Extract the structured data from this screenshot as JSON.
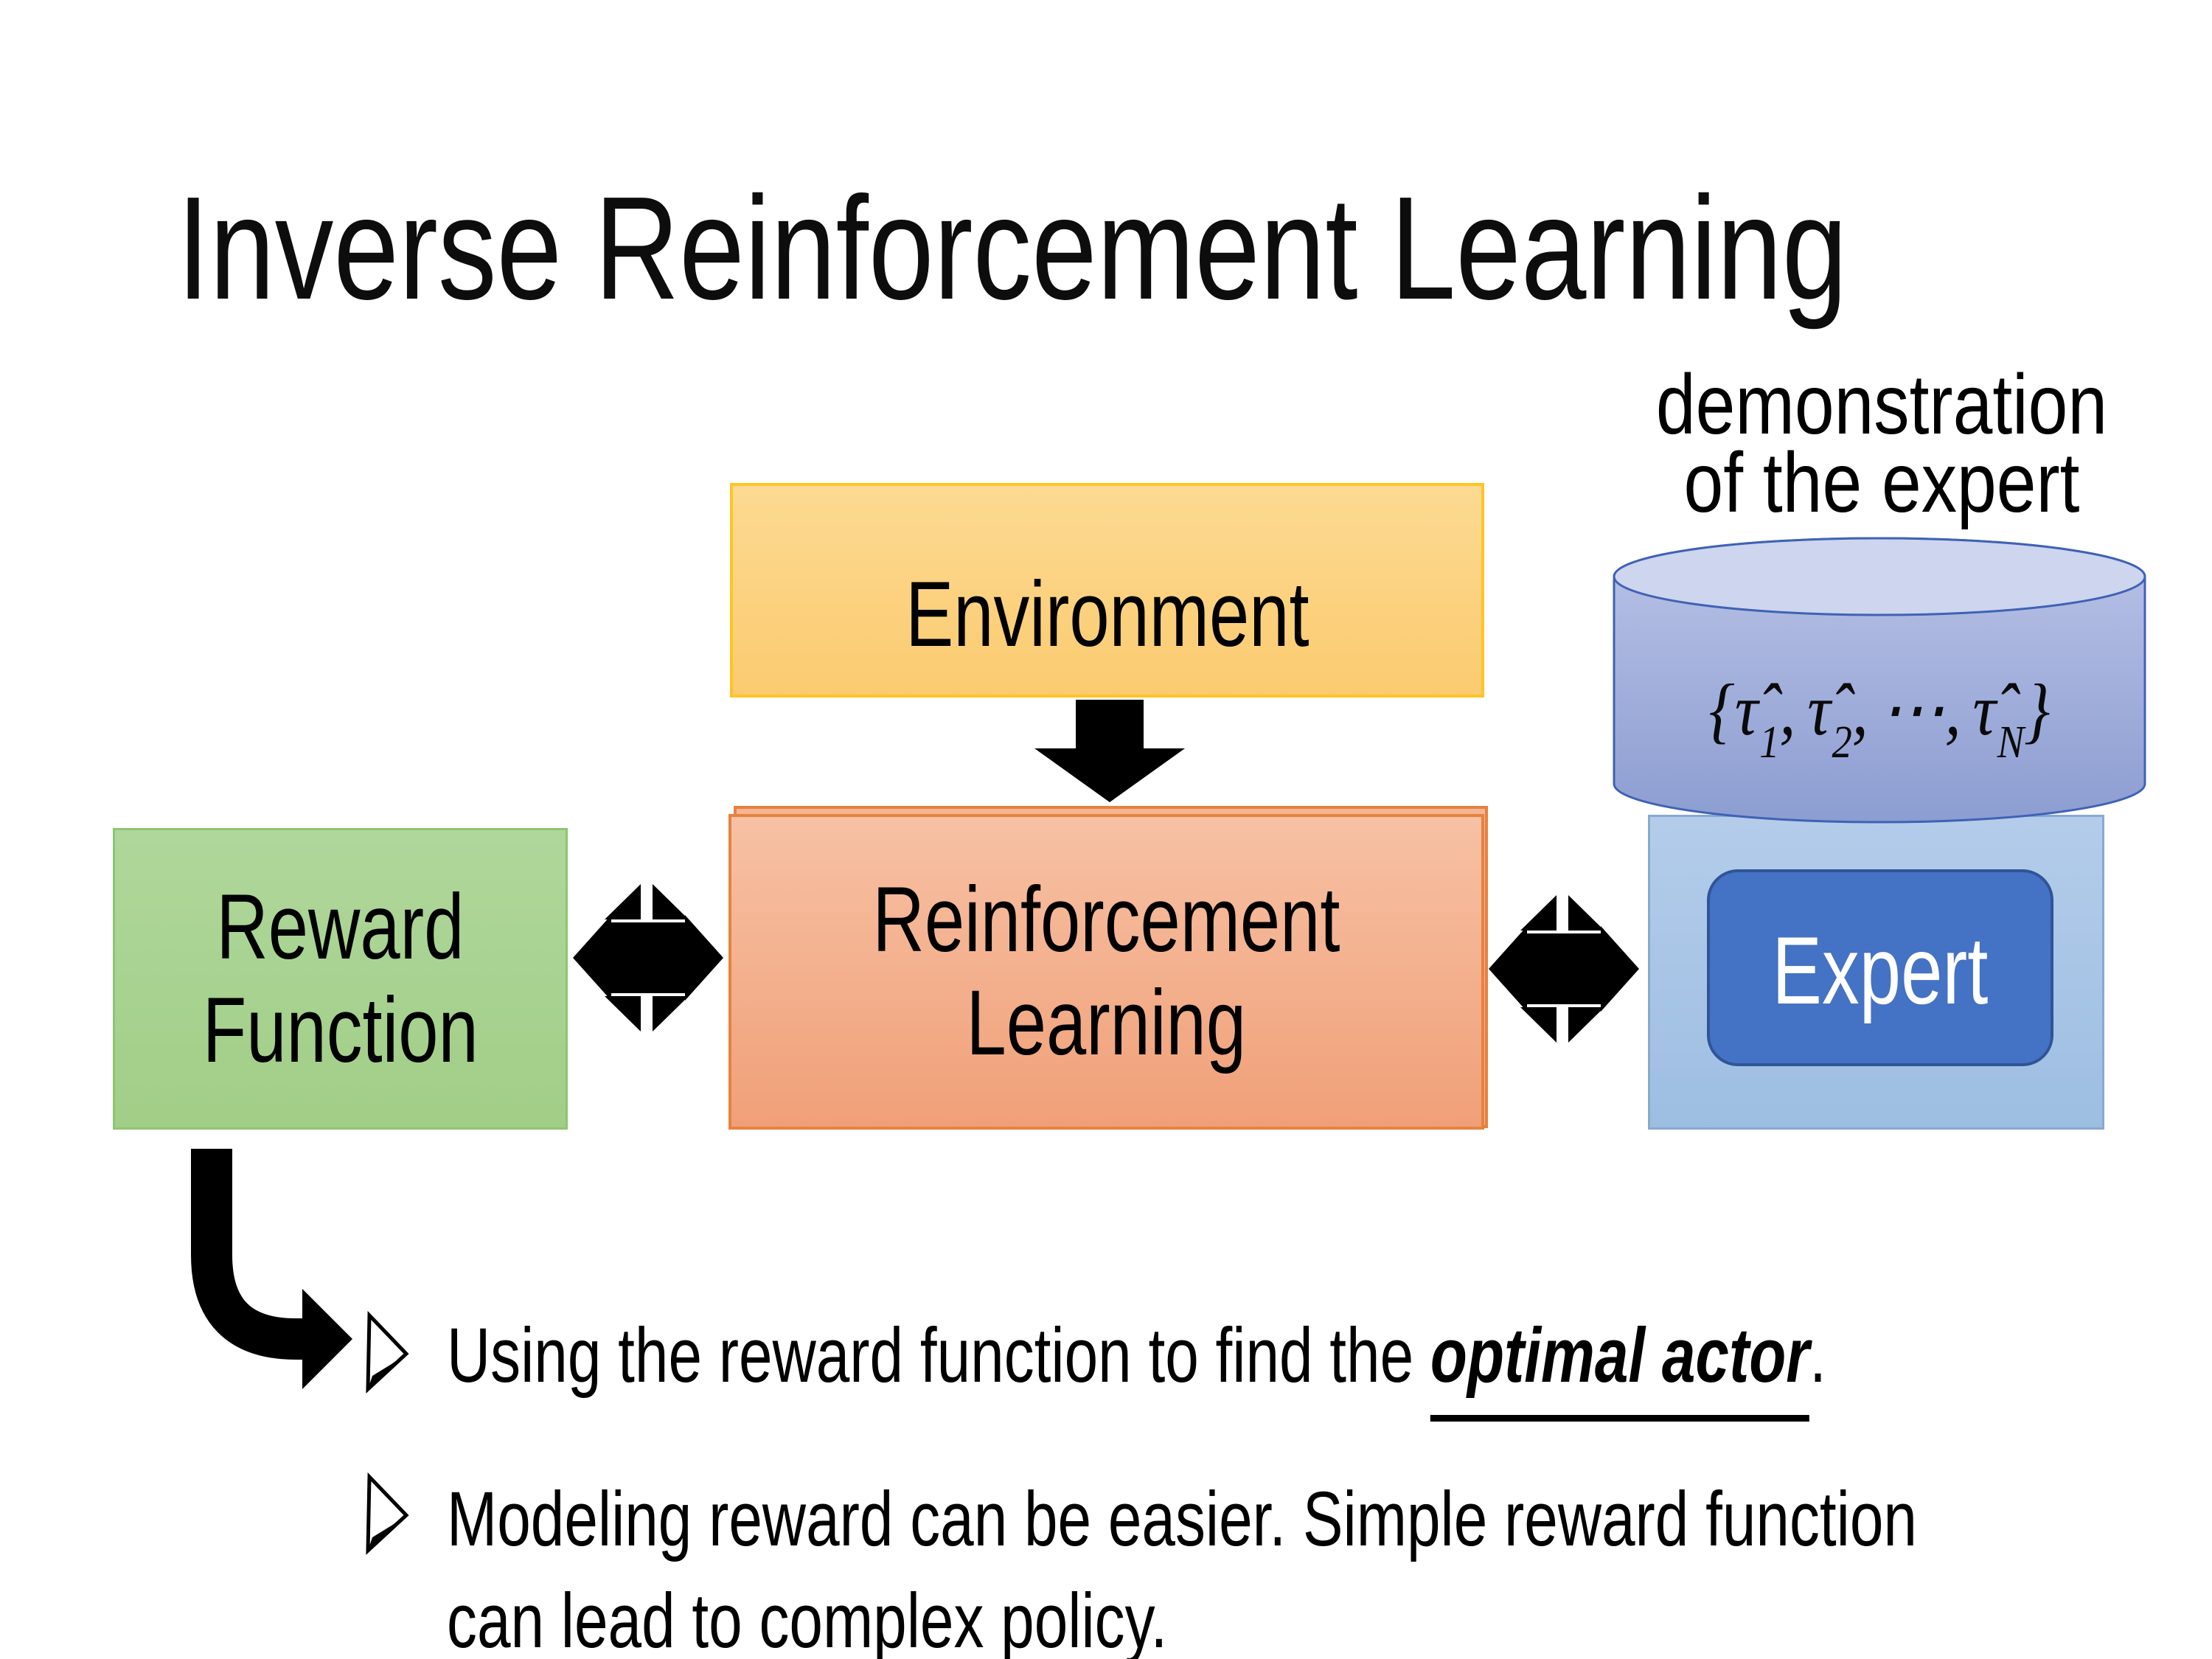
{
  "slide": {
    "title": "Inverse Reinforcement Learning"
  },
  "annotation": {
    "line1": "demonstration",
    "line2": "of the expert"
  },
  "boxes": {
    "environment": {
      "label": "Environment"
    },
    "reward_function": {
      "line1": "Reward",
      "line2": "Function"
    },
    "reinforcement_learning": {
      "line1": "Reinforcement",
      "line2": "Learning"
    },
    "expert": {
      "label": "Expert"
    }
  },
  "formula": {
    "open": "{",
    "tau": "τ̂",
    "sub_1": "1",
    "sub_2": "2",
    "sub_n": "N",
    "comma": ",",
    "dots": "⋯",
    "close": "}"
  },
  "bullets": {
    "b1_prefix": "Using the reward function to find the ",
    "b1_emphasis": "optimal actor",
    "b1_suffix": ".",
    "b2_text": "Modeling reward can be easier. Simple reward function can lead to complex policy."
  },
  "colors": {
    "environment_fill": "#FBD280",
    "environment_border": "#FFC425",
    "rl_fill": "#F3AC85",
    "rl_border": "#E8813E",
    "reward_fill": "#A8D290",
    "reward_border": "#90C471",
    "cylinder_fill_top": "#BAC3E7",
    "cylinder_fill_bottom": "#8C9DD1",
    "cylinder_border": "#3F62B5",
    "expert_panel_fill": "#A9C6E8",
    "expert_panel_border": "#88A9D0",
    "expert_button_fill": "#4472C4",
    "expert_button_border": "#2F5597",
    "arrow_color": "#000000",
    "text_color": "#000000"
  }
}
